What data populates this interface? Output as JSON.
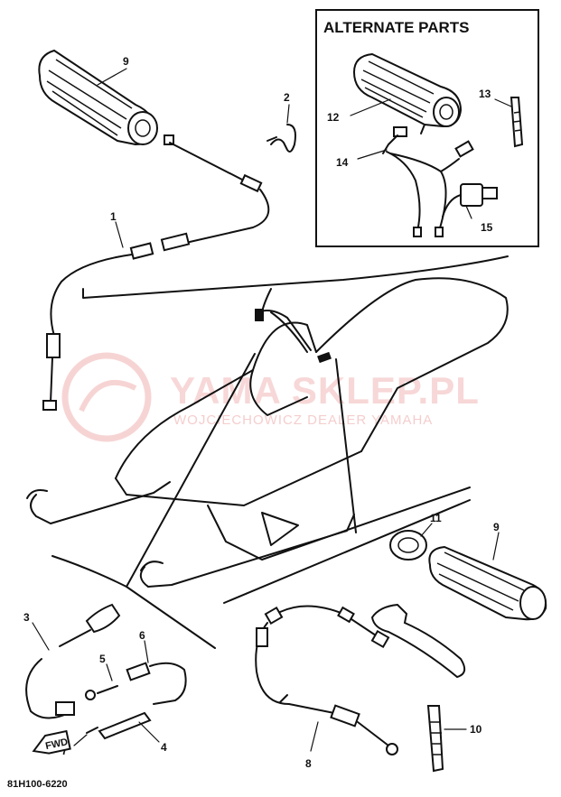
{
  "inset": {
    "title": "ALTERNATE PARTS"
  },
  "callouts": {
    "c1": "1",
    "c2": "2",
    "c3": "3",
    "c4": "4",
    "c5": "5",
    "c6": "6",
    "c7": "7",
    "c8": "8",
    "c9a": "9",
    "c9b": "9",
    "c10": "10",
    "c11": "11",
    "c12": "12",
    "c13": "13",
    "c14": "14",
    "c15": "15"
  },
  "watermark": {
    "brand": "YAMA SKLEP.PL",
    "tagline": "WOJCIECHOWICZ DEALER YAMAHA"
  },
  "direction_label": "FWD",
  "diagram_code": "81H100-6220"
}
